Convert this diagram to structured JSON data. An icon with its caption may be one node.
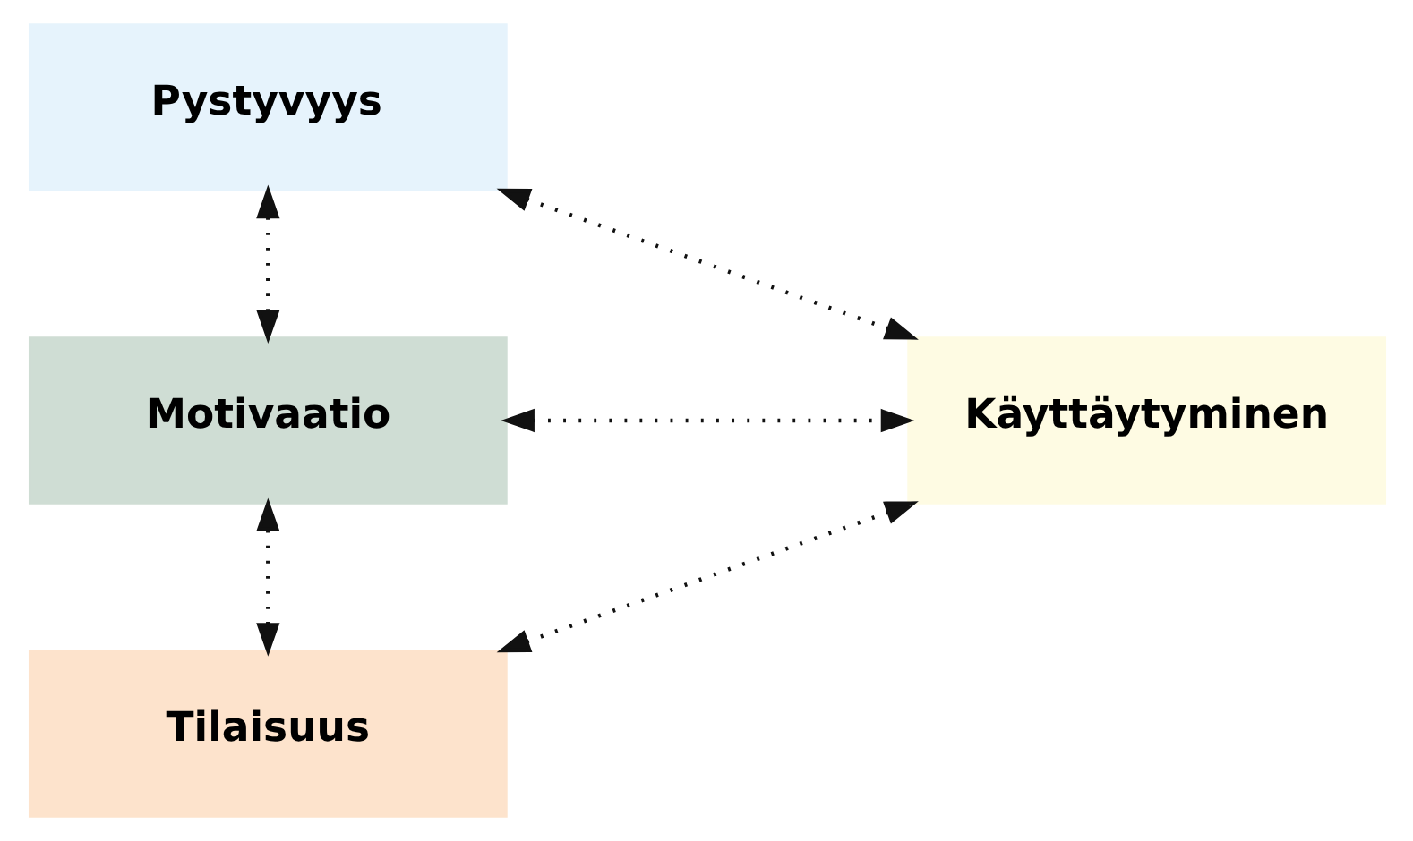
{
  "diagram": {
    "nodes": [
      {
        "text": [
          "Pystyvyys"
        ]
      },
      {
        "text": [
          "Motivaatio"
        ]
      },
      {
        "text": [
          "Tilaisuus"
        ]
      },
      {
        "text": [
          "Käyttäytyminen"
        ]
      }
    ],
    "edges": [
      {
        "from": 0,
        "to": 1,
        "arrow": "both"
      },
      {
        "from": 1,
        "to": 2,
        "arrow": "both"
      },
      {
        "from": 0,
        "to": 3,
        "arrow": "both"
      },
      {
        "from": 1,
        "to": 3,
        "arrow": "both"
      },
      {
        "from": 2,
        "to": 3,
        "arrow": "both"
      }
    ]
  }
}
